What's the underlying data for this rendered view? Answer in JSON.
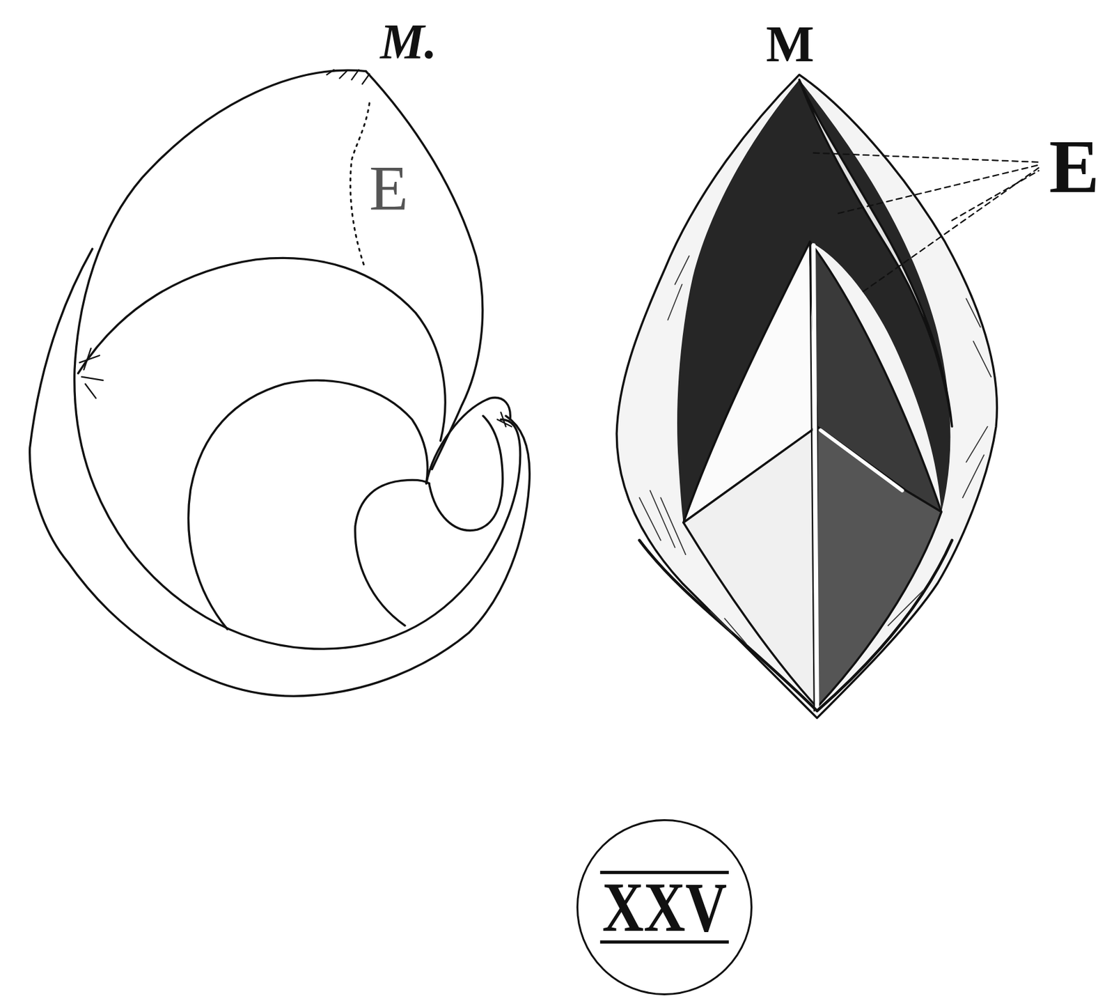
{
  "diagram": {
    "nodes": [
      {
        "text": [
          "XXV"
        ]
      }
    ],
    "labels": [
      "M.",
      "E",
      "M",
      "E"
    ]
  }
}
